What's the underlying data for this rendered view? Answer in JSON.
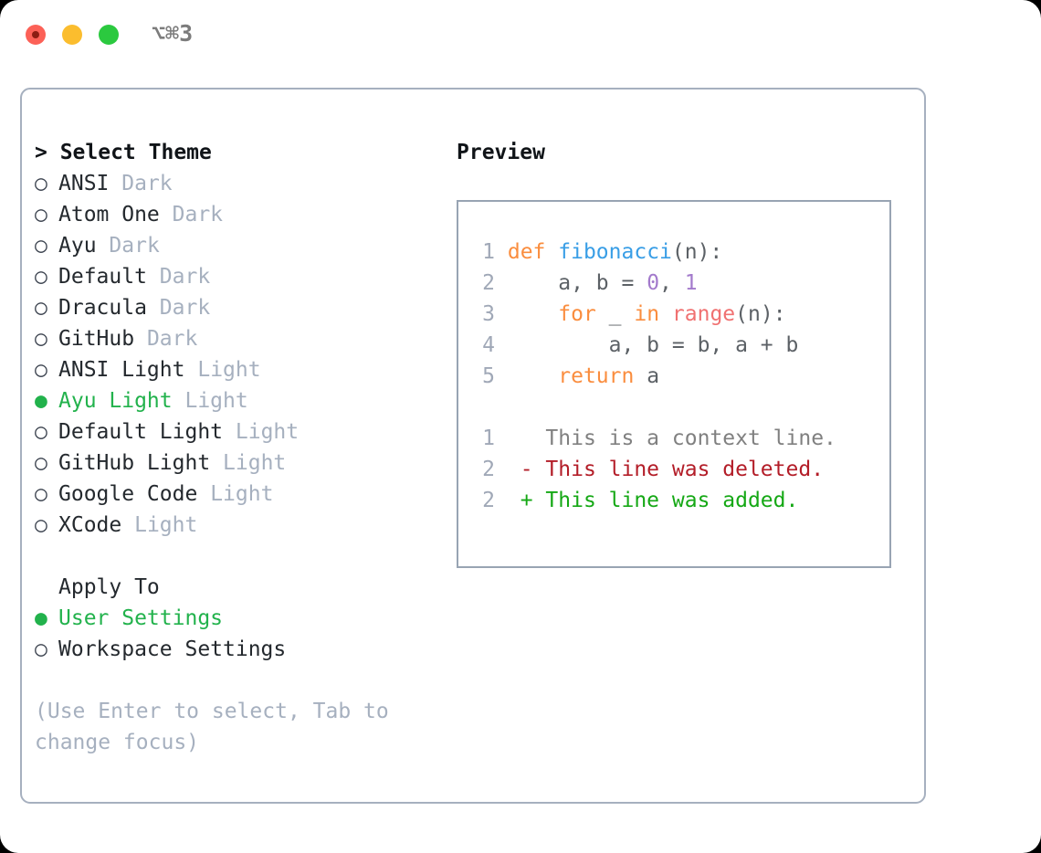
{
  "titlebar": {
    "shortcut": "⌥⌘3",
    "traffic_lights": [
      "close-red",
      "minimize-yellow",
      "maximize-green"
    ],
    "colors": {
      "red": "#fc6157",
      "yellow": "#fbbd2e",
      "green": "#2bc93f"
    }
  },
  "theme_list": {
    "heading": "> Select Theme",
    "items": [
      {
        "marker": "○",
        "name": "ANSI",
        "variant": "Dark",
        "selected": false
      },
      {
        "marker": "○",
        "name": "Atom One",
        "variant": "Dark",
        "selected": false
      },
      {
        "marker": "○",
        "name": "Ayu",
        "variant": "Dark",
        "selected": false
      },
      {
        "marker": "○",
        "name": "Default",
        "variant": "Dark",
        "selected": false
      },
      {
        "marker": "○",
        "name": "Dracula",
        "variant": "Dark",
        "selected": false
      },
      {
        "marker": "○",
        "name": "GitHub",
        "variant": "Dark",
        "selected": false
      },
      {
        "marker": "○",
        "name": "ANSI Light",
        "variant": "Light",
        "selected": false
      },
      {
        "marker": "●",
        "name": "Ayu Light",
        "variant": "Light",
        "selected": true
      },
      {
        "marker": "○",
        "name": "Default Light",
        "variant": "Light",
        "selected": false
      },
      {
        "marker": "○",
        "name": "GitHub Light",
        "variant": "Light",
        "selected": false
      },
      {
        "marker": "○",
        "name": "Google Code",
        "variant": "Light",
        "selected": false
      },
      {
        "marker": "○",
        "name": "XCode",
        "variant": "Light",
        "selected": false
      }
    ]
  },
  "apply_to": {
    "heading": "Apply To",
    "items": [
      {
        "marker": "●",
        "label": "User Settings",
        "selected": true
      },
      {
        "marker": "○",
        "label": "Workspace Settings",
        "selected": false
      }
    ]
  },
  "hint": "(Use Enter to select, Tab to change focus)",
  "preview": {
    "title": "Preview",
    "code_lines": [
      {
        "num": "1",
        "tokens": [
          {
            "t": "def",
            "c": "kw"
          },
          {
            "t": " ",
            "c": "plain"
          },
          {
            "t": "fibonacci",
            "c": "fn"
          },
          {
            "t": "(n):",
            "c": "plain"
          }
        ]
      },
      {
        "num": "2",
        "tokens": [
          {
            "t": "    a, b = ",
            "c": "plain"
          },
          {
            "t": "0",
            "c": "num"
          },
          {
            "t": ", ",
            "c": "plain"
          },
          {
            "t": "1",
            "c": "num"
          }
        ]
      },
      {
        "num": "3",
        "tokens": [
          {
            "t": "    ",
            "c": "plain"
          },
          {
            "t": "for",
            "c": "kw"
          },
          {
            "t": " _ ",
            "c": "plain"
          },
          {
            "t": "in",
            "c": "kw"
          },
          {
            "t": " ",
            "c": "plain"
          },
          {
            "t": "range",
            "c": "bi"
          },
          {
            "t": "(n):",
            "c": "plain"
          }
        ]
      },
      {
        "num": "4",
        "tokens": [
          {
            "t": "        a, b = b, a + b",
            "c": "plain"
          }
        ]
      },
      {
        "num": "5",
        "tokens": [
          {
            "t": "    ",
            "c": "plain"
          },
          {
            "t": "return",
            "c": "kw"
          },
          {
            "t": " a",
            "c": "plain"
          }
        ]
      }
    ],
    "diff_lines": [
      {
        "num": "1",
        "sign": "  ",
        "text": "This is a context line.",
        "kind": "ctx"
      },
      {
        "num": "2",
        "sign": "- ",
        "text": "This line was deleted.",
        "kind": "del"
      },
      {
        "num": "2",
        "sign": "+ ",
        "text": "This line was added.",
        "kind": "add"
      }
    ]
  },
  "colors": {
    "accent_green": "#22b24c",
    "muted": "#a6b0bf",
    "text": "#24292e",
    "keyword": "#fa8d3e",
    "function": "#399ee6",
    "number": "#a37acc",
    "builtin": "#f07171",
    "diff_add": "#15a815",
    "diff_del": "#b31d28"
  }
}
